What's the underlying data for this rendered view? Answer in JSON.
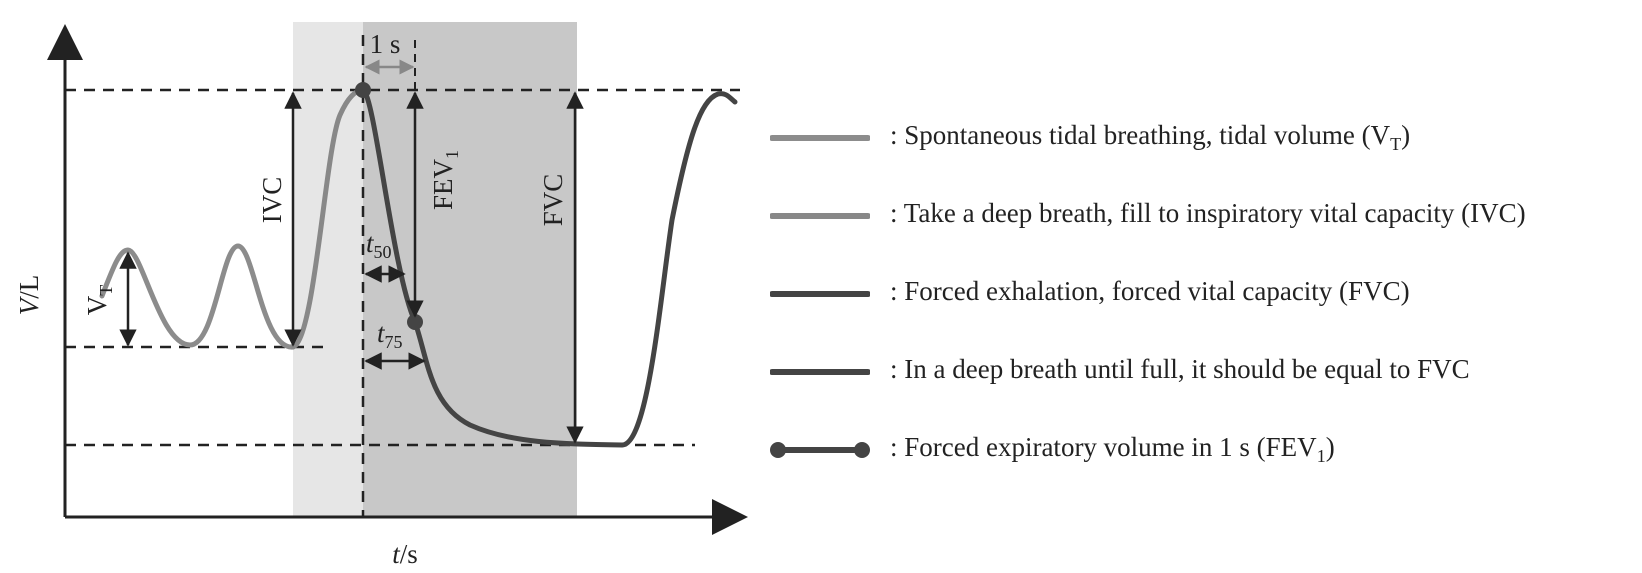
{
  "diagram": {
    "y_axis_label_italic": "V",
    "y_axis_label_unit": "/L",
    "x_axis_label_italic": "t",
    "x_axis_label_unit": "/s",
    "time_marker": "1 s",
    "vt_main": "V",
    "vt_sub": "T",
    "ivc": "IVC",
    "fev_main": "FEV",
    "fev_sub": "1",
    "fvc": "FVC",
    "t50_main": "t",
    "t50_sub": "50",
    "t75_main": "t",
    "t75_sub": "75"
  },
  "colors": {
    "tidal": "#8c8c8c",
    "inspiratory": "#888888",
    "forced": "#444444",
    "shade_light": "#e6e6e6",
    "shade_dark": "#c8c8c8"
  },
  "legend": [
    {
      "text": ": Spontaneous tidal breathing, tidal volume  (V",
      "sub": "T",
      "suffix": ")",
      "style": "tidal"
    },
    {
      "text": ": Take a deep breath, fill to inspiratory vital capacity (IVC)",
      "sub": "",
      "suffix": "",
      "style": "inspiratory"
    },
    {
      "text": ": Forced exhalation, forced vital capacity (FVC)",
      "sub": "",
      "suffix": "",
      "style": "forced"
    },
    {
      "text": ": In a deep breath until full, it should be equal to FVC",
      "sub": "",
      "suffix": "",
      "style": "forced"
    },
    {
      "text": ": Forced expiratory volume in 1 s  (FEV",
      "sub": "1",
      "suffix": ")",
      "style": "fev"
    }
  ]
}
